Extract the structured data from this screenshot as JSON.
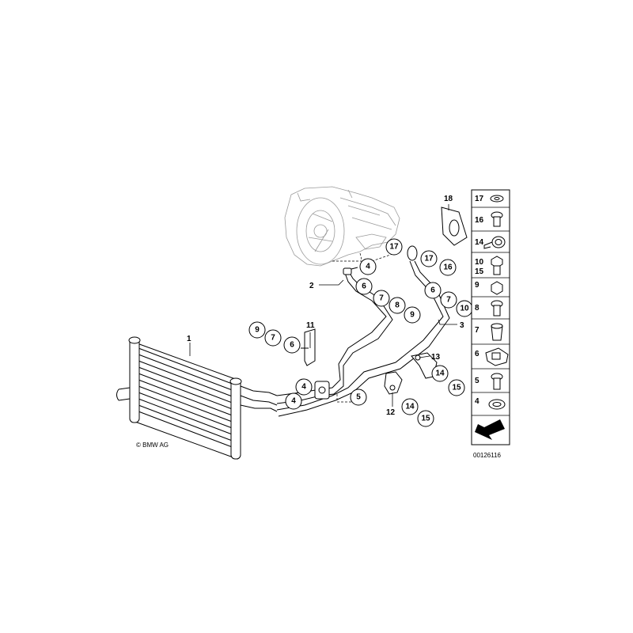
{
  "copyright": "© BMW AG",
  "diagram_id": "00126116",
  "plain_labels": [
    {
      "id": "1",
      "text": "1"
    },
    {
      "id": "2",
      "text": "2"
    },
    {
      "id": "3",
      "text": "3"
    },
    {
      "id": "11",
      "text": "11"
    },
    {
      "id": "12",
      "text": "12"
    },
    {
      "id": "13",
      "text": "13"
    },
    {
      "id": "18",
      "text": "18"
    }
  ],
  "callouts": [
    {
      "text": "17"
    },
    {
      "text": "17"
    },
    {
      "text": "16"
    },
    {
      "text": "4"
    },
    {
      "text": "6"
    },
    {
      "text": "7"
    },
    {
      "text": "8"
    },
    {
      "text": "9"
    },
    {
      "text": "6"
    },
    {
      "text": "7"
    },
    {
      "text": "10"
    },
    {
      "text": "9"
    },
    {
      "text": "7"
    },
    {
      "text": "6"
    },
    {
      "text": "4"
    },
    {
      "text": "4"
    },
    {
      "text": "5"
    },
    {
      "text": "14"
    },
    {
      "text": "15"
    },
    {
      "text": "14"
    },
    {
      "text": "15"
    }
  ],
  "parts_panel": [
    {
      "num": "17",
      "icon": "washer-icon"
    },
    {
      "num": "16",
      "icon": "bolt-icon"
    },
    {
      "num": "14",
      "icon": "hose-clamp-icon"
    },
    {
      "num": "10\n15",
      "icon": "hex-bolt-icon"
    },
    {
      "num": "9",
      "icon": "nut-icon"
    },
    {
      "num": "8",
      "icon": "screw-icon"
    },
    {
      "num": "7",
      "icon": "sleeve-icon"
    },
    {
      "num": "6",
      "icon": "clip-icon"
    },
    {
      "num": "5",
      "icon": "flange-bolt-icon"
    },
    {
      "num": "4",
      "icon": "o-ring-icon"
    }
  ]
}
